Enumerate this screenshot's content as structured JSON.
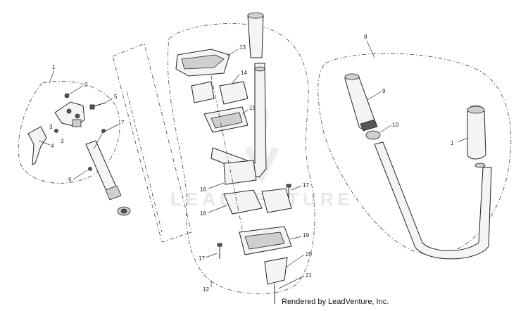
{
  "watermark": "LEADVENTURE",
  "footer": "Rendered by LeadVenture, Inc.",
  "callouts": {
    "c1a": "1",
    "c2": "2",
    "c3": "3",
    "c3b": "3",
    "c4": "4",
    "c5": "5",
    "c6": "6",
    "c7": "7",
    "c8": "8",
    "c9": "9",
    "c10": "10",
    "c1b": "1",
    "c12": "12",
    "c13": "13",
    "c14": "14",
    "c15": "15",
    "c16": "16",
    "c17a": "17",
    "c17b": "17",
    "c18": "18",
    "c19": "19",
    "c20": "20",
    "c21": "21"
  }
}
